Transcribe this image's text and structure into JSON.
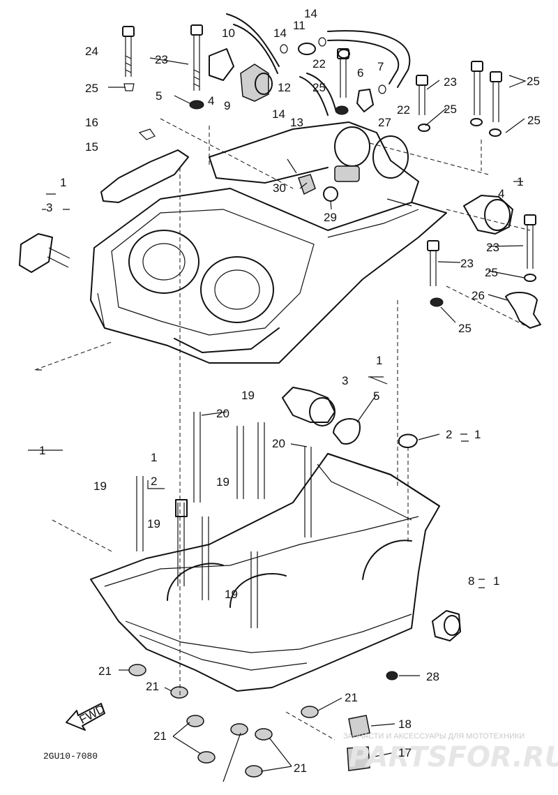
{
  "diagram": {
    "drawing_code": "2GU10-7080",
    "fwd_label": "FWD",
    "watermark": {
      "tagline": "ЗАПЧАСТИ И АКСЕССУАРЫ ДЛЯ МОТОТЕХНИКИ",
      "brand": "PARTSFOR.RU"
    },
    "callouts": [
      {
        "id": "c14a",
        "text": "14"
      },
      {
        "id": "c10",
        "text": "10"
      },
      {
        "id": "c14b",
        "text": "14"
      },
      {
        "id": "c11",
        "text": "11"
      },
      {
        "id": "c24",
        "text": "24"
      },
      {
        "id": "c23a",
        "text": "23"
      },
      {
        "id": "c22a",
        "text": "22"
      },
      {
        "id": "c6",
        "text": "6"
      },
      {
        "id": "c7",
        "text": "7"
      },
      {
        "id": "c12",
        "text": "12"
      },
      {
        "id": "c25a",
        "text": "25"
      },
      {
        "id": "c25b",
        "text": "25"
      },
      {
        "id": "c5a",
        "text": "5"
      },
      {
        "id": "c4a",
        "text": "4"
      },
      {
        "id": "c9",
        "text": "9"
      },
      {
        "id": "c14c",
        "text": "14"
      },
      {
        "id": "c22b",
        "text": "22"
      },
      {
        "id": "c23b",
        "text": "23"
      },
      {
        "id": "c25c",
        "text": "25"
      },
      {
        "id": "c25d",
        "text": "25"
      },
      {
        "id": "c25e",
        "text": "25"
      },
      {
        "id": "c16",
        "text": "16"
      },
      {
        "id": "c13",
        "text": "13"
      },
      {
        "id": "c27",
        "text": "27"
      },
      {
        "id": "c15",
        "text": "15"
      },
      {
        "id": "c1a",
        "text": "1"
      },
      {
        "id": "c3a",
        "text": "3"
      },
      {
        "id": "c30",
        "text": "30"
      },
      {
        "id": "c1b",
        "text": "1"
      },
      {
        "id": "c4b",
        "text": "4"
      },
      {
        "id": "c29",
        "text": "29"
      },
      {
        "id": "c23c",
        "text": "23"
      },
      {
        "id": "c23d",
        "text": "23"
      },
      {
        "id": "c25f",
        "text": "25"
      },
      {
        "id": "c26",
        "text": "26"
      },
      {
        "id": "c25g",
        "text": "25"
      },
      {
        "id": "c1c",
        "text": "1"
      },
      {
        "id": "c3b",
        "text": "3"
      },
      {
        "id": "c19a",
        "text": "19"
      },
      {
        "id": "c5b",
        "text": "5"
      },
      {
        "id": "c20a",
        "text": "20"
      },
      {
        "id": "c2a",
        "text": "2"
      },
      {
        "id": "c1d",
        "text": "1"
      },
      {
        "id": "c1e",
        "text": "1"
      },
      {
        "id": "c20b",
        "text": "20"
      },
      {
        "id": "c1f",
        "text": "1"
      },
      {
        "id": "c2b",
        "text": "2"
      },
      {
        "id": "c19b",
        "text": "19"
      },
      {
        "id": "c19c",
        "text": "19"
      },
      {
        "id": "c19d",
        "text": "19"
      },
      {
        "id": "c8",
        "text": "8"
      },
      {
        "id": "c1g",
        "text": "1"
      },
      {
        "id": "c19e",
        "text": "19"
      },
      {
        "id": "c21a",
        "text": "21"
      },
      {
        "id": "c28",
        "text": "28"
      },
      {
        "id": "c21b",
        "text": "21"
      },
      {
        "id": "c21c",
        "text": "21"
      },
      {
        "id": "c18",
        "text": "18"
      },
      {
        "id": "c21d",
        "text": "21"
      },
      {
        "id": "c17",
        "text": "17"
      },
      {
        "id": "c21e",
        "text": "21"
      }
    ]
  }
}
